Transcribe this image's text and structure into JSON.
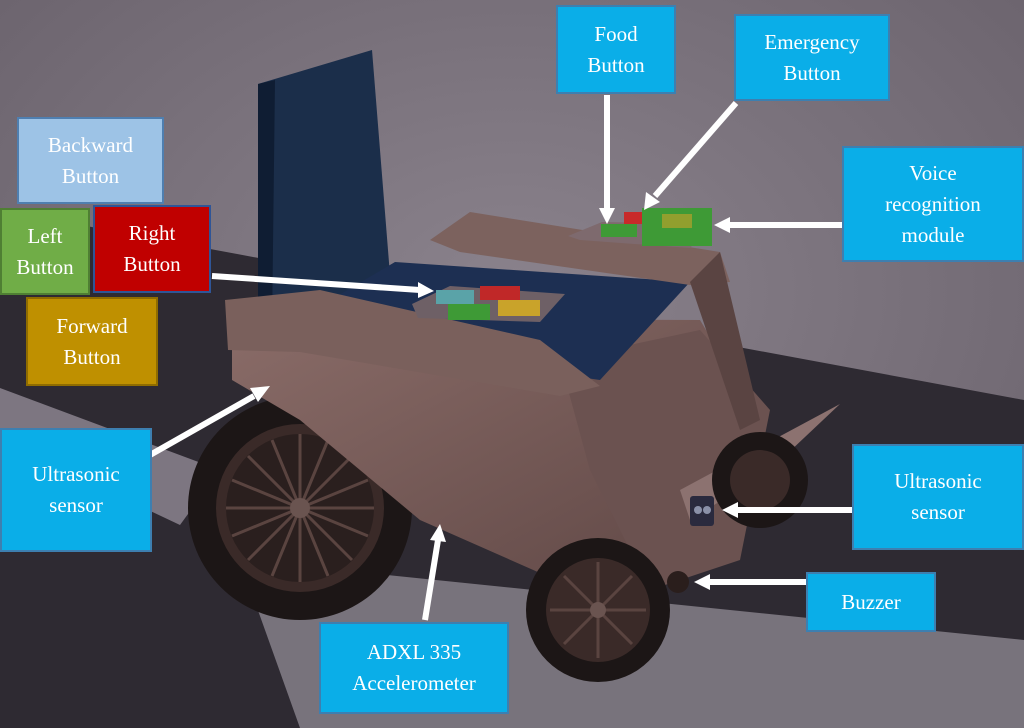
{
  "labels": {
    "food": "Food\nButton",
    "emergency": "Emergency\nButton",
    "voice": "Voice\nrecognition\nmodule",
    "backward": "Backward\nButton",
    "left": "Left\nButton",
    "right": "Right\nButton",
    "forward": "Forward\nButton",
    "ultrasonic_left": "Ultrasonic\nsensor",
    "ultrasonic_right": "Ultrasonic\nsensor",
    "buzzer": "Buzzer",
    "adxl": "ADXL 335\nAccelerometer"
  },
  "colors": {
    "label_blue": "#0aaee8",
    "backward": "#9dc3e6",
    "left": "#70ad47",
    "right": "#c00000",
    "forward": "#bf9000",
    "arrow": "#ffffff"
  }
}
